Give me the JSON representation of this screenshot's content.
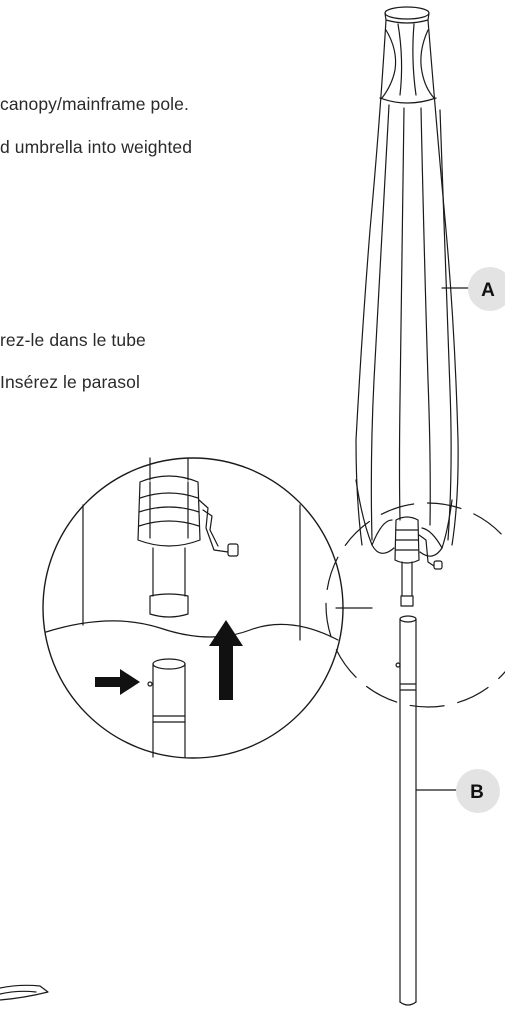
{
  "instructions": {
    "english_line1": "canopy/mainframe pole.",
    "english_line2": "d umbrella into weighted",
    "french_line1": "rez-le dans le tube",
    "french_line2": "Insérez le parasol"
  },
  "labels": {
    "part_a": "A",
    "part_b": "B"
  },
  "colors": {
    "line": "#1a1a1a",
    "badge_fill": "#e3e3e3",
    "background": "#ffffff"
  }
}
